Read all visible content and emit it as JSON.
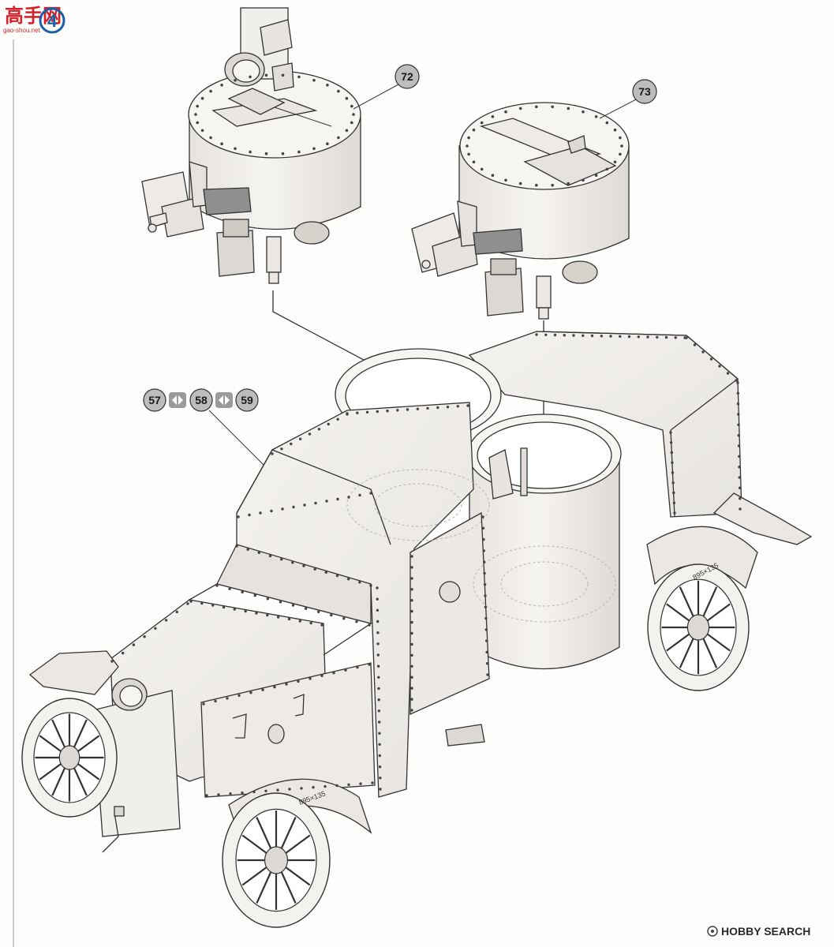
{
  "logo": {
    "text": "高手网",
    "url": "gao-shou.net",
    "digit": "4",
    "colors": {
      "red": "#d2232a",
      "blue": "#1a5fa8"
    }
  },
  "callouts": {
    "turret_a": "72",
    "turret_b": "73",
    "option_1": "57",
    "option_2": "58",
    "option_3": "59"
  },
  "tire_text": "895×135",
  "watermark": {
    "brand": "HOBBY SEARCH",
    "icon": "gear-copyright-icon"
  },
  "colors": {
    "line": "#333333",
    "body_fill": "#f1efec",
    "bubble_fill": "#bdbdbd",
    "shade": "#9a9a9a",
    "ghost": "#b9b9b9",
    "rivet": "#444444"
  }
}
